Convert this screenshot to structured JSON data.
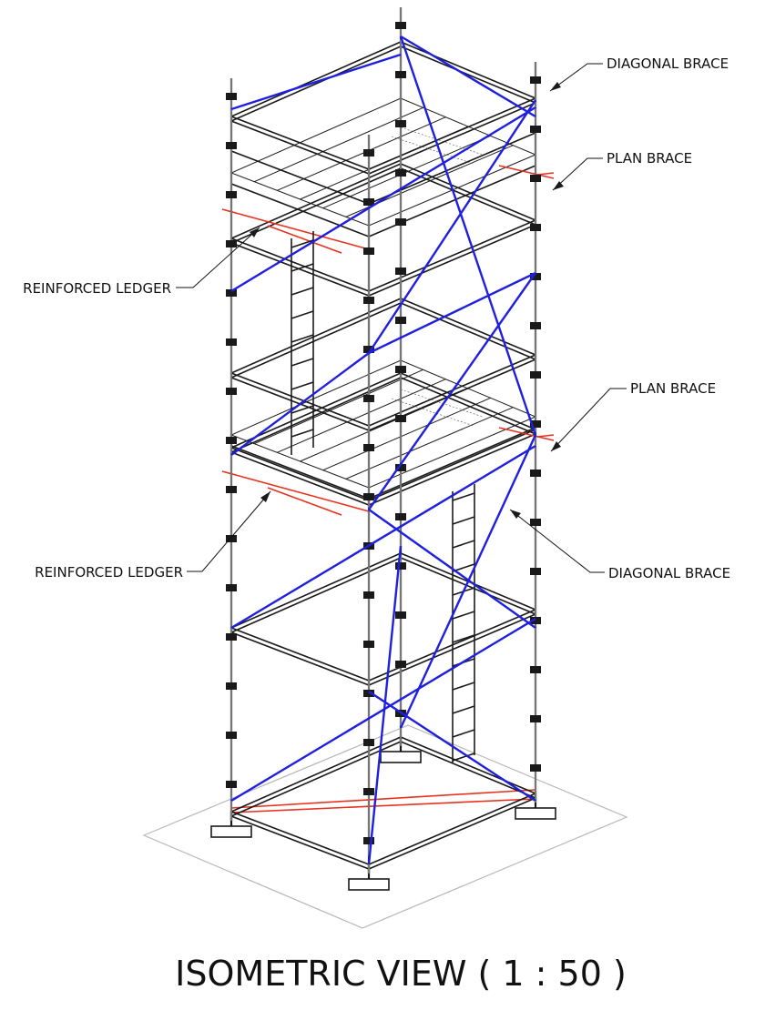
{
  "title": "ISOMETRIC VIEW ( 1 : 50 )",
  "labels": {
    "diagonal_brace_top": "DIAGONAL BRACE",
    "plan_brace_top": "PLAN BRACE",
    "reinforced_ledger_top": "REINFORCED LEDGER",
    "plan_brace_mid": "PLAN BRACE",
    "reinforced_ledger_mid": "REINFORCED LEDGER",
    "diagonal_brace_mid": "DIAGONAL BRACE"
  },
  "colors": {
    "structure": "#1a1a1a",
    "diagonal_brace": "#1f1fe0",
    "reinforced_ledger": "#e8321e",
    "ground_plane": "#b8b8b8"
  }
}
